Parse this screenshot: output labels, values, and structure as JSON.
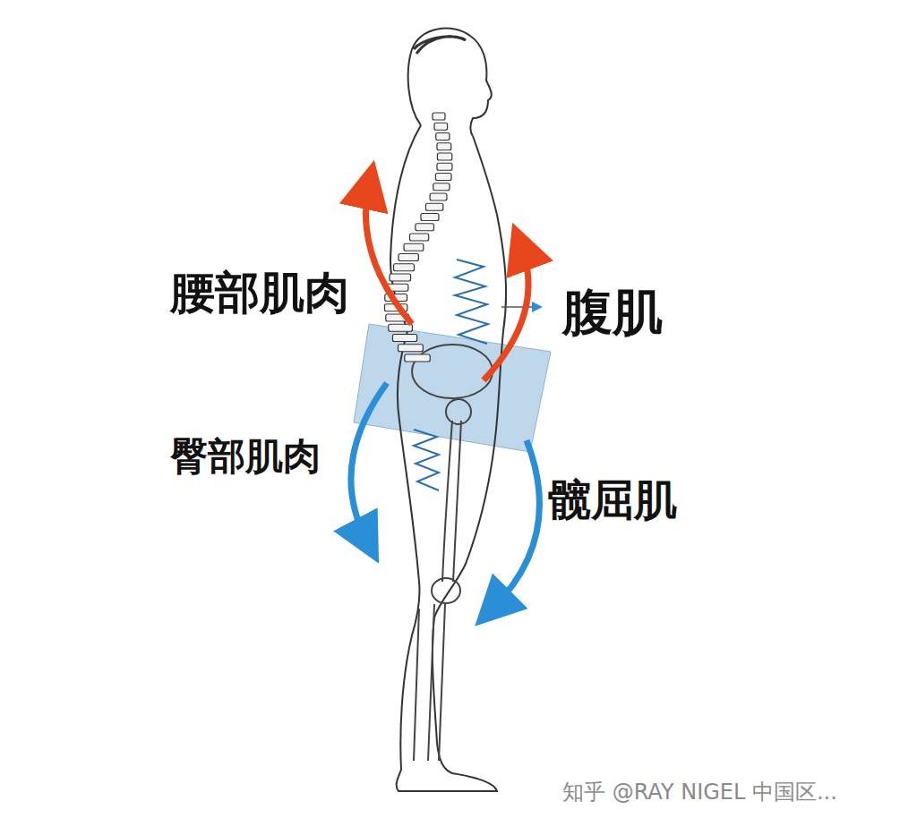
{
  "diagram": {
    "labels": [
      "腰部肌肉",
      "腹肌",
      "臀部肌肉",
      "髋屈肌",
      "知乎 @RAY NIGEL 中国区..."
    ]
  }
}
